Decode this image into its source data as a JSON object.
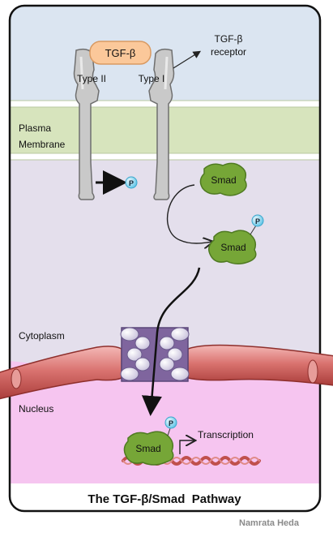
{
  "diagram": {
    "title": "The TGF-β/Smad  Pathway",
    "credit": "Namrata Heda",
    "ligand_label": "TGF-β",
    "receptor_label_line1": "TGF-β",
    "receptor_label_line2": "receptor",
    "type2_label": "Type II",
    "type1_label": "Type I",
    "membrane_label_line1": "Plasma",
    "membrane_label_line2": "Membrane",
    "cytoplasm_label": "Cytoplasm",
    "nucleus_label": "Nucleus",
    "smad_label": "Smad",
    "phospho_label": "P",
    "transcription_label": "Transcription"
  },
  "colors": {
    "extracellular": "#dbe5f1",
    "membrane": "#d7e4bd",
    "cytoplasm": "#e4dfec",
    "nucleus": "#f6c5f0",
    "smad": "#76a637",
    "ligand": "#fbc89a",
    "nuclear_envelope": "#c0504d",
    "pore": "#7f659e",
    "dna": "#c0504d",
    "phospho": "#9fe0f6"
  }
}
